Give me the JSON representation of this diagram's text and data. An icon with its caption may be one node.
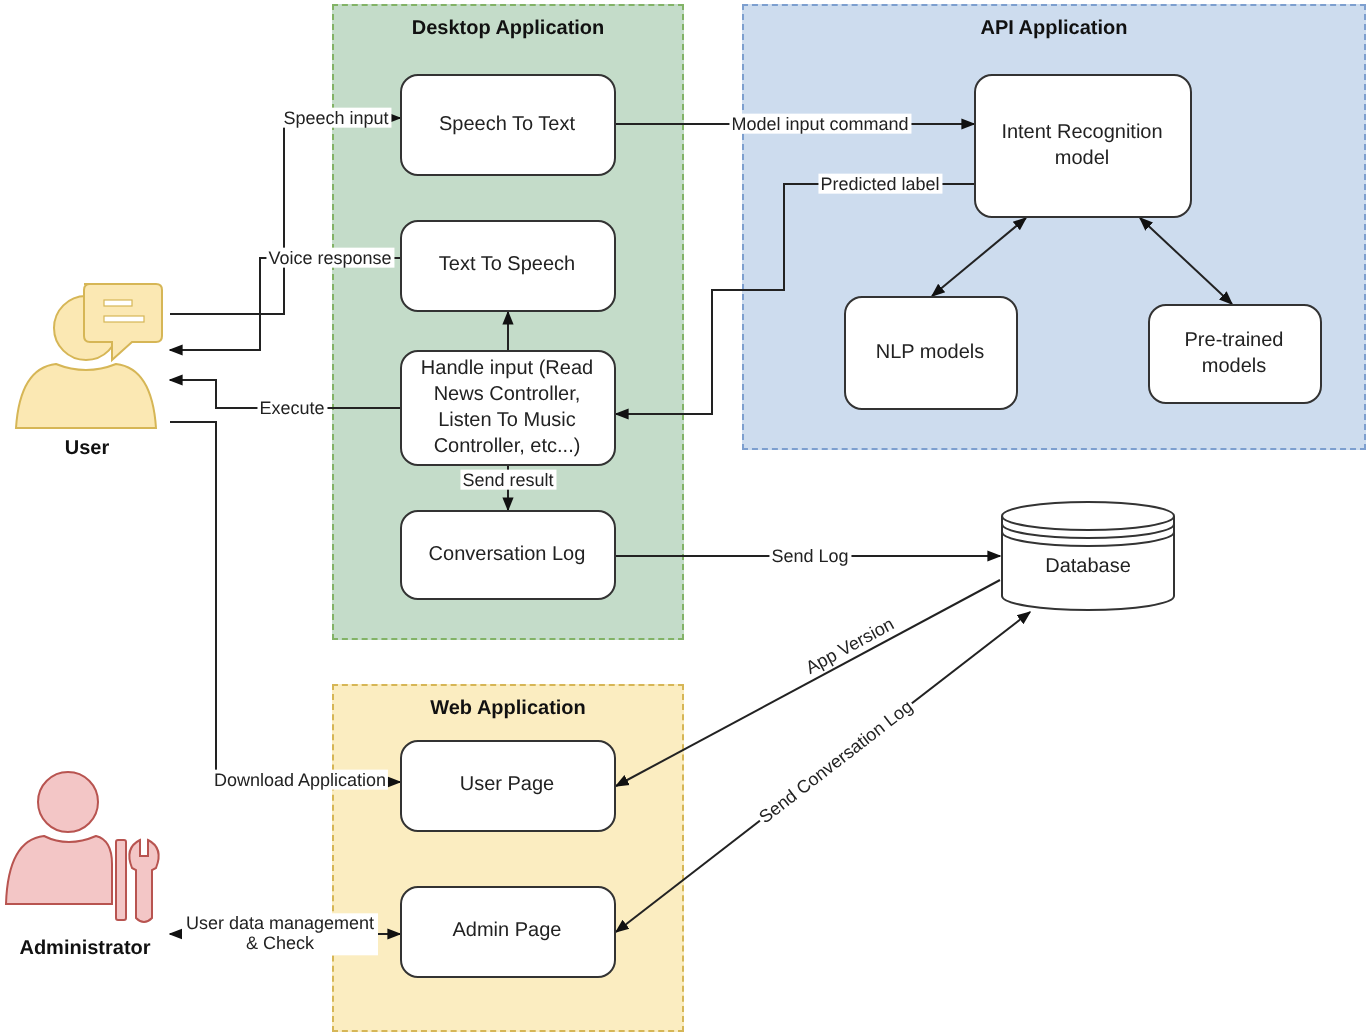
{
  "diagram": {
    "nodes": [
      {
        "text": [
          "Desktop Application"
        ]
      },
      {
        "text": [
          "Speech To Text"
        ],
        "in": 0
      },
      {
        "text": [
          "Text To Speech"
        ],
        "in": 0
      },
      {
        "text": [
          "Handle input (Read News Controller, Listen To Music Controller, etc...)"
        ],
        "in": 0
      },
      {
        "text": [
          "Conversation Log"
        ],
        "in": 0
      },
      {
        "text": [
          "API Application"
        ]
      },
      {
        "text": [
          "Intent Recognition model"
        ],
        "in": 5
      },
      {
        "text": [
          "NLP models"
        ],
        "in": 5
      },
      {
        "text": [
          "Pre-trained models"
        ],
        "in": 5
      },
      {
        "text": [
          "Database"
        ]
      },
      {
        "text": [
          "Web Application"
        ]
      },
      {
        "text": [
          "User Page"
        ],
        "in": 10
      },
      {
        "text": [
          "Admin Page"
        ],
        "in": 10
      },
      {
        "text": [
          "User"
        ]
      },
      {
        "text": [
          "Administrator"
        ]
      }
    ],
    "edges": [
      {
        "from": 13,
        "to": 1,
        "arrow": "to",
        "label": "Speech input"
      },
      {
        "from": 2,
        "to": 13,
        "arrow": "to",
        "label": "Voice response"
      },
      {
        "from": 3,
        "to": 13,
        "arrow": "to",
        "label": "Execute"
      },
      {
        "from": 13,
        "to": 11,
        "arrow": "to",
        "label": "Download Application"
      },
      {
        "from": 3,
        "to": 2,
        "arrow": "to"
      },
      {
        "from": 3,
        "to": 4,
        "arrow": "to",
        "label": "Send result"
      },
      {
        "from": 1,
        "to": 6,
        "arrow": "to",
        "label": "Model input command"
      },
      {
        "from": 6,
        "to": 3,
        "arrow": "to",
        "label": "Predicted label"
      },
      {
        "from": 6,
        "to": 7,
        "arrow": "both"
      },
      {
        "from": 6,
        "to": 8,
        "arrow": "both"
      },
      {
        "from": 4,
        "to": 9,
        "arrow": "to",
        "label": "Send Log"
      },
      {
        "from": 9,
        "to": 11,
        "arrow": "to",
        "label": "App Version"
      },
      {
        "from": 12,
        "to": 9,
        "arrow": "both",
        "label": "Send Conversation Log"
      },
      {
        "from": 14,
        "to": 12,
        "arrow": "both",
        "label": "User data management & Check"
      }
    ]
  }
}
